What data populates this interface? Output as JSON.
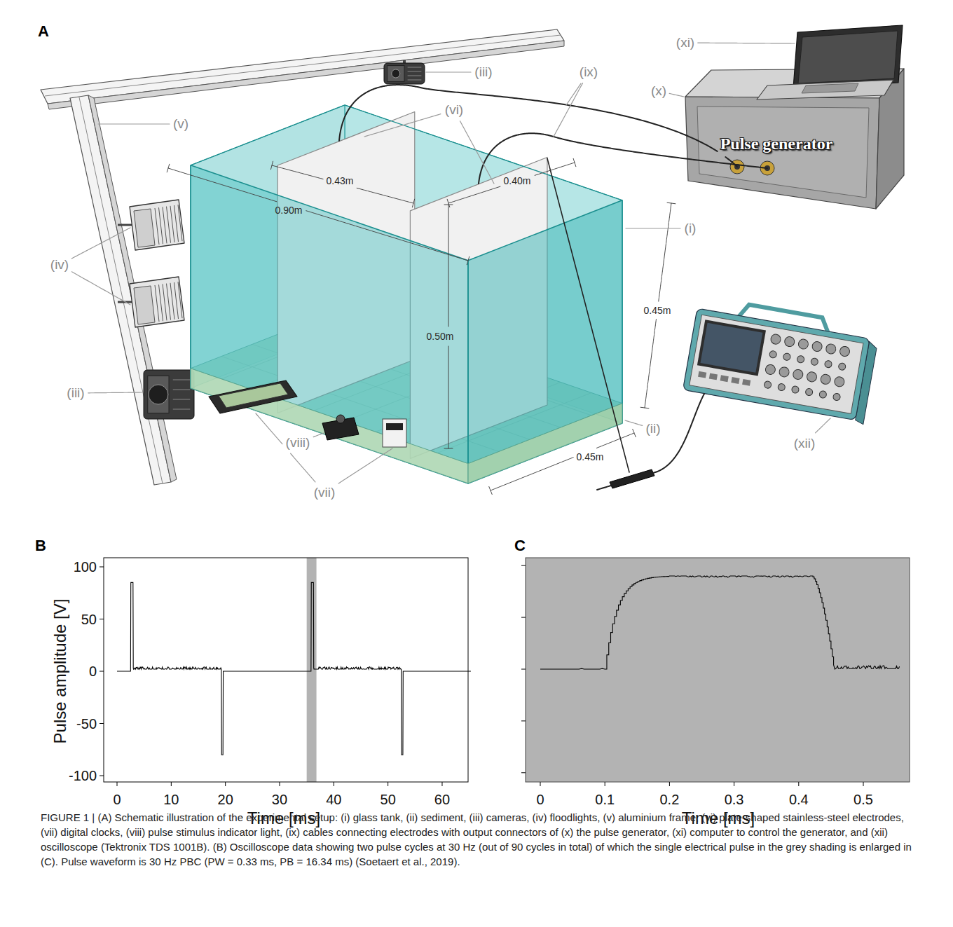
{
  "diagram": {
    "caption": "FIGURE 1 | (A) Schematic illustration of the experimental setup: (i) glass tank, (ii) sediment, (iii) cameras, (iv) floodlights, (v) aluminium frame, (vi) plate-shaped stainless-steel electrodes, (vii) digital clocks, (viii) pulse stimulus indicator light, (ix) cables connecting electrodes with output connectors of (x) the pulse generator, (xi) computer to control the generator, and (xii) oscilloscope (Tektronix TDS 1001B). (B) Oscilloscope data showing two pulse cycles at 30 Hz (out of 90 cycles in total) of which the single electrical pulse in the grey shading is enlarged in (C). Pulse waveform is 30 Hz PBC (PW = 0.33 ms, PB = 16.34 ms) (Soetaert et al., 2019).",
    "nodes": [
      {
        "text": [
          "Pulse generator"
        ]
      }
    ],
    "labels": [
      "A",
      "(iii)",
      "(v)",
      "(ix)",
      "(vi)",
      "(xi)",
      "(x)",
      "0.43m",
      "0.40m",
      "0.90m",
      "(i)",
      "(iv)",
      "0.50m",
      "0.45m",
      "(iii)",
      "(viii)",
      "(ii)",
      "0.45m",
      "(xii)",
      "(vii)",
      "B",
      "C",
      "100",
      "50",
      "0",
      "-50",
      "-100",
      "0",
      "10",
      "20",
      "30",
      "40",
      "50",
      "60",
      "Pulse amplitude [V]",
      "Time [ms]",
      "0",
      "0.1",
      "0.2",
      "0.3",
      "0.4",
      "0.5",
      "Time [ms]"
    ]
  }
}
